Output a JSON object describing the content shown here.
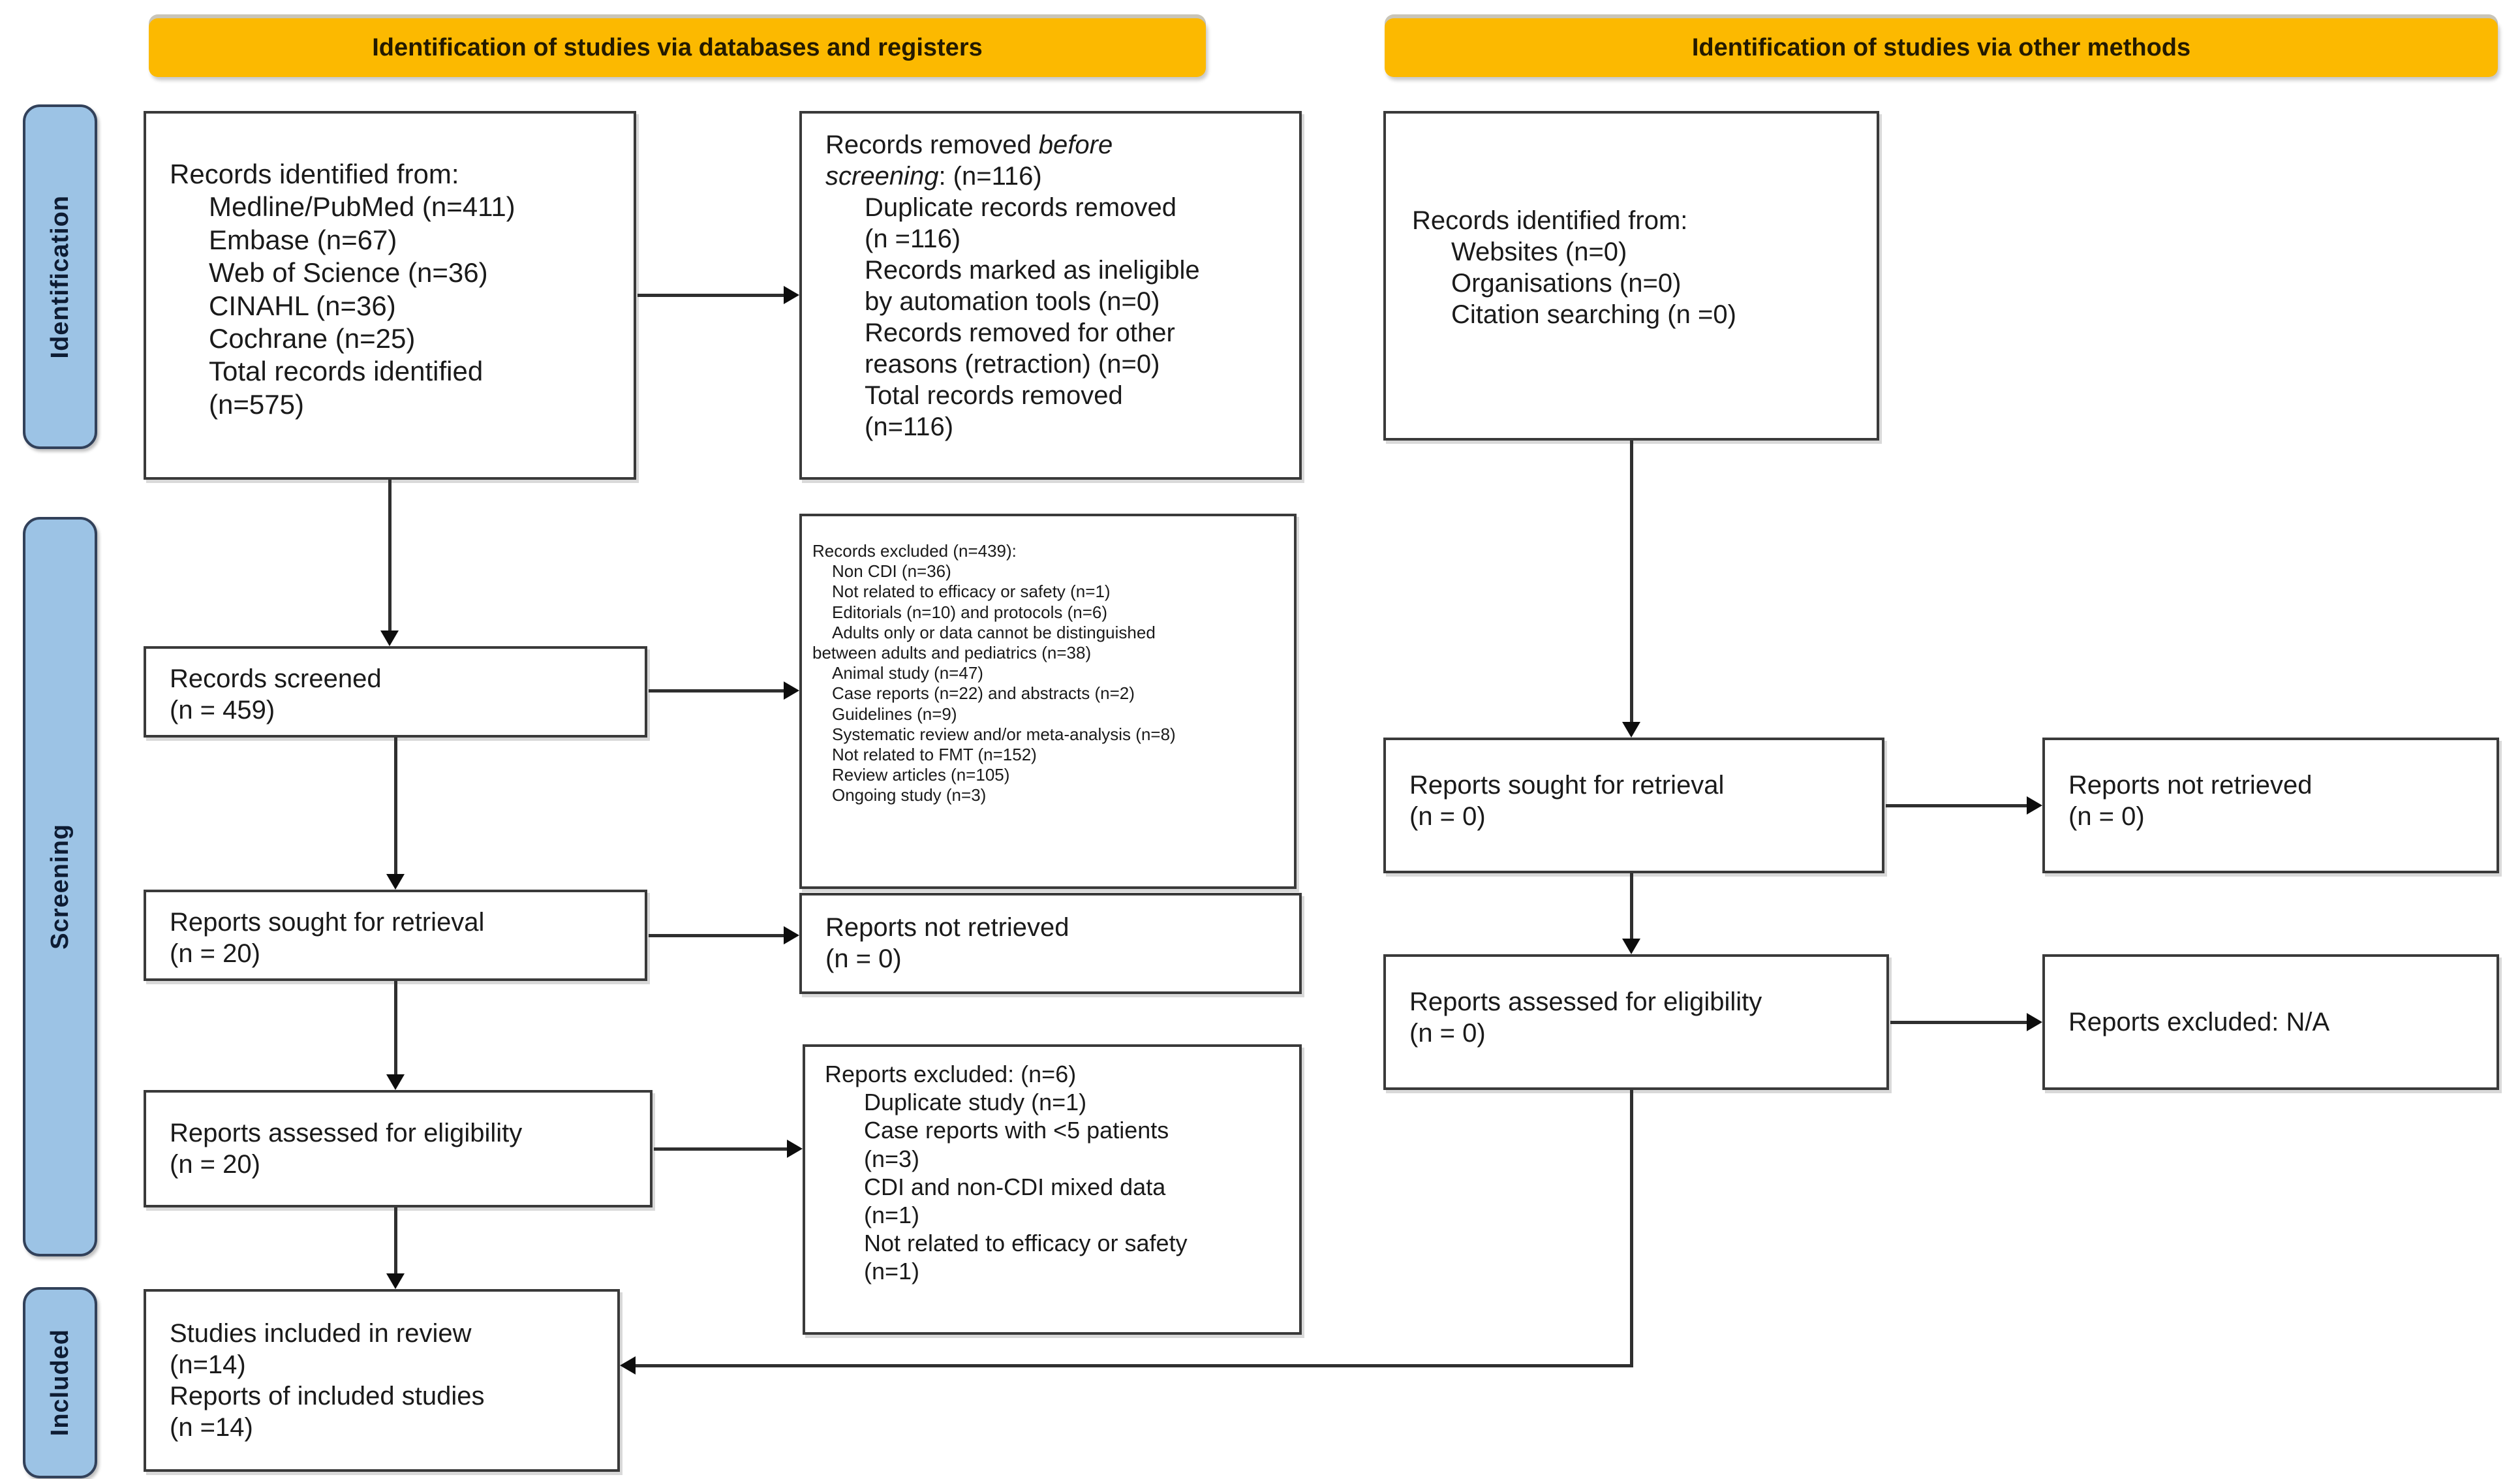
{
  "headers": {
    "left": "Identification of studies via databases and registers",
    "right": "Identification of studies via other methods"
  },
  "sidebar": {
    "identification": "Identification",
    "screening": "Screening",
    "included": "Included"
  },
  "colors": {
    "header_bg": "#FCB900",
    "sidebar_bg": "#9CC3E5",
    "box_border": "#3a3a3a",
    "arrow": "#0d0d0d"
  },
  "boxes": {
    "records_identified_db": {
      "lines": [
        "Records identified from:",
        "Medline/PubMed (n=411)",
        "Embase (n=67)",
        "Web of Science (n=36)",
        "CINAHL (n=36)",
        "Cochrane (n=25)",
        "Total records identified",
        "(n=575)"
      ]
    },
    "records_removed": {
      "t1_pre": "Records removed ",
      "t1_it": "before",
      "t2_it": "screening",
      "t2_post": ": (n=116)",
      "lines": [
        "Duplicate records removed",
        "(n =116)",
        "Records marked as ineligible",
        "by automation tools (n=0)",
        "Records removed for other",
        "reasons (retraction) (n=0)",
        "Total records removed",
        "(n=116)"
      ]
    },
    "records_screened": {
      "lines": [
        "Records screened",
        "(n = 459)"
      ]
    },
    "records_excluded": {
      "lines": [
        "Records excluded (n=439):",
        "Non CDI (n=36)",
        "Not related to efficacy or safety (n=1)",
        "Editorials (n=10) and protocols (n=6)",
        "Adults only or data cannot be distinguished",
        "between adults and pediatrics (n=38)",
        "Animal study (n=47)",
        "Case reports (n=22) and abstracts (n=2)",
        "Guidelines (n=9)",
        "Systematic review and/or meta-analysis (n=8)",
        "Not related to FMT (n=152)",
        "Review articles (n=105)",
        "Ongoing study (n=3)"
      ]
    },
    "reports_sought": {
      "lines": [
        "Reports sought for retrieval",
        "(n = 20)"
      ]
    },
    "reports_not_retrieved": {
      "lines": [
        "Reports not retrieved",
        "(n = 0)"
      ]
    },
    "reports_assessed": {
      "lines": [
        "Reports assessed for eligibility",
        "(n = 20)"
      ]
    },
    "reports_excluded_6": {
      "lines": [
        "Reports excluded: (n=6)",
        "Duplicate study (n=1)",
        "Case reports with <5 patients",
        "(n=3)",
        "CDI and non-CDI mixed data",
        "(n=1)",
        "Not related to efficacy or safety",
        "(n=1)"
      ]
    },
    "studies_included": {
      "lines": [
        "Studies included in review",
        "(n=14)",
        "Reports of included studies",
        "(n =14)"
      ]
    },
    "records_identified_other": {
      "lines": [
        "Records identified from:",
        "Websites (n=0)",
        "Organisations (n=0)",
        "Citation searching (n =0)"
      ]
    },
    "reports_sought_other": {
      "lines": [
        "Reports sought for retrieval",
        "(n = 0)"
      ]
    },
    "reports_not_retrieved_other": {
      "lines": [
        "Reports not retrieved",
        "(n = 0)"
      ]
    },
    "reports_assessed_other": {
      "lines": [
        "Reports assessed for eligibility",
        "(n = 0)"
      ]
    },
    "reports_excluded_na": {
      "lines": [
        "Reports excluded: N/A"
      ]
    }
  }
}
